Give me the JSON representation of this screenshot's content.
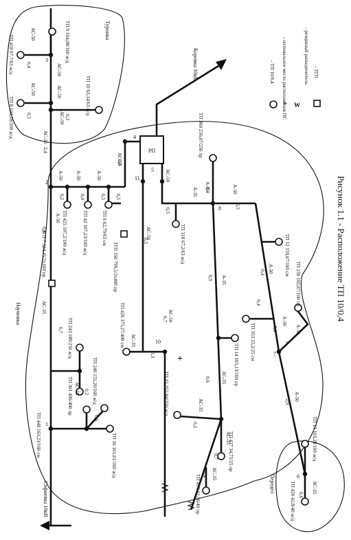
{
  "caption": "Рисунок 1.1 - Расположение ТП 10/0,4",
  "legend": {
    "circle": "- ТП 10/0,4",
    "plus": "- оптимальное место расположения ПС",
    "switch": "- резервный разъединитель",
    "square": "- ЗТП"
  },
  "areas": {
    "turonka": "Туронка",
    "naumovka": "Наумовка",
    "peredel": "Передел"
  },
  "lines": {
    "sofievka": "Софиевка 10кВ",
    "korovka": "Коровка 10кВ"
  },
  "rp_label": "РП",
  "nodes": [
    "1",
    "2",
    "3",
    "4",
    "5",
    "6",
    "7",
    "8",
    "9",
    "10",
    "11"
  ],
  "substations": [
    {
      "name": "ТП 418",
      "load": "67,7",
      "cap": "63",
      "type": "ж/д"
    },
    {
      "name": "ТП 9",
      "load": "164,08",
      "cap": "160",
      "type": "ж/д"
    },
    {
      "name": "ТП 8",
      "load": "103,18",
      "cap": "100",
      "type": "ж/д"
    },
    {
      "name": "ТП 10",
      "load": "63,14",
      "cap": "63",
      "type": "ж/д"
    },
    {
      "name": "ТП 425",
      "load": "107,2",
      "cap": "100",
      "type": "ж/д"
    },
    {
      "name": "ТП 42",
      "load": "107,23",
      "cap": "100",
      "type": "ж/д"
    },
    {
      "name": "ТП 6",
      "load": "62,79",
      "cap": "63",
      "type": "см"
    },
    {
      "name": "ЗТП 350",
      "load": "799,5",
      "cap": "2х400",
      "type": "пр"
    },
    {
      "name": "ЗТП 7",
      "load": "324,45",
      "cap": "2х160",
      "type": "пр"
    },
    {
      "name": "ТП 360",
      "load": "250,07",
      "cap": "250",
      "type": "пр"
    },
    {
      "name": "ТП 318",
      "load": "67,2",
      "cap": "63",
      "type": "ж/д"
    },
    {
      "name": "ТП 12",
      "load": "159,67",
      "cap": "160",
      "type": "см"
    },
    {
      "name": "ТП 236",
      "load": "102,67",
      "cap": "100",
      "type": "пр"
    },
    {
      "name": "ТП 353",
      "load": "25,2",
      "cap": "25",
      "type": "см"
    },
    {
      "name": "ТП 14",
      "load": "165,13",
      "cap": "160",
      "type": "пр"
    },
    {
      "name": "ТП 426",
      "load": "375,27",
      "cap": "400",
      "type": "см"
    },
    {
      "name": "ТП 243",
      "load": "189",
      "cap": "250",
      "type": "ж/д"
    },
    {
      "name": "ТП 301",
      "load": "406",
      "cap": "400",
      "type": "пр"
    },
    {
      "name": "ТП 246",
      "load": "151,20",
      "cap": "160",
      "type": "ж/д"
    },
    {
      "name": "ТП 448",
      "load": "163,23",
      "cap": "160",
      "type": "см"
    },
    {
      "name": "ТП 16",
      "load": "161,61",
      "cap": "160",
      "type": "ж/д"
    },
    {
      "name": "ТП 15",
      "load": "252,84",
      "cap": "250",
      "type": "ж/д"
    },
    {
      "name": "ТП 437",
      "load": "34,75",
      "cap": "25",
      "type": "пр"
    },
    {
      "name": "ТП 419",
      "load": "42,56",
      "cap": "40",
      "type": "пр"
    },
    {
      "name": "ТП 13",
      "load": "103,28",
      "cap": "100",
      "type": "ж/д"
    },
    {
      "name": "ТП 420",
      "load": "42,8",
      "cap": "40",
      "type": "ж/д"
    }
  ],
  "wires": [
    "АС-35",
    "АС-50",
    "А-50",
    "А-35"
  ],
  "lengths": [
    "2,4",
    "0,8",
    "0,3",
    "0,5",
    "0,4",
    "0,2",
    "0,7",
    "0,6",
    "0,9",
    "2,9",
    "1"
  ]
}
